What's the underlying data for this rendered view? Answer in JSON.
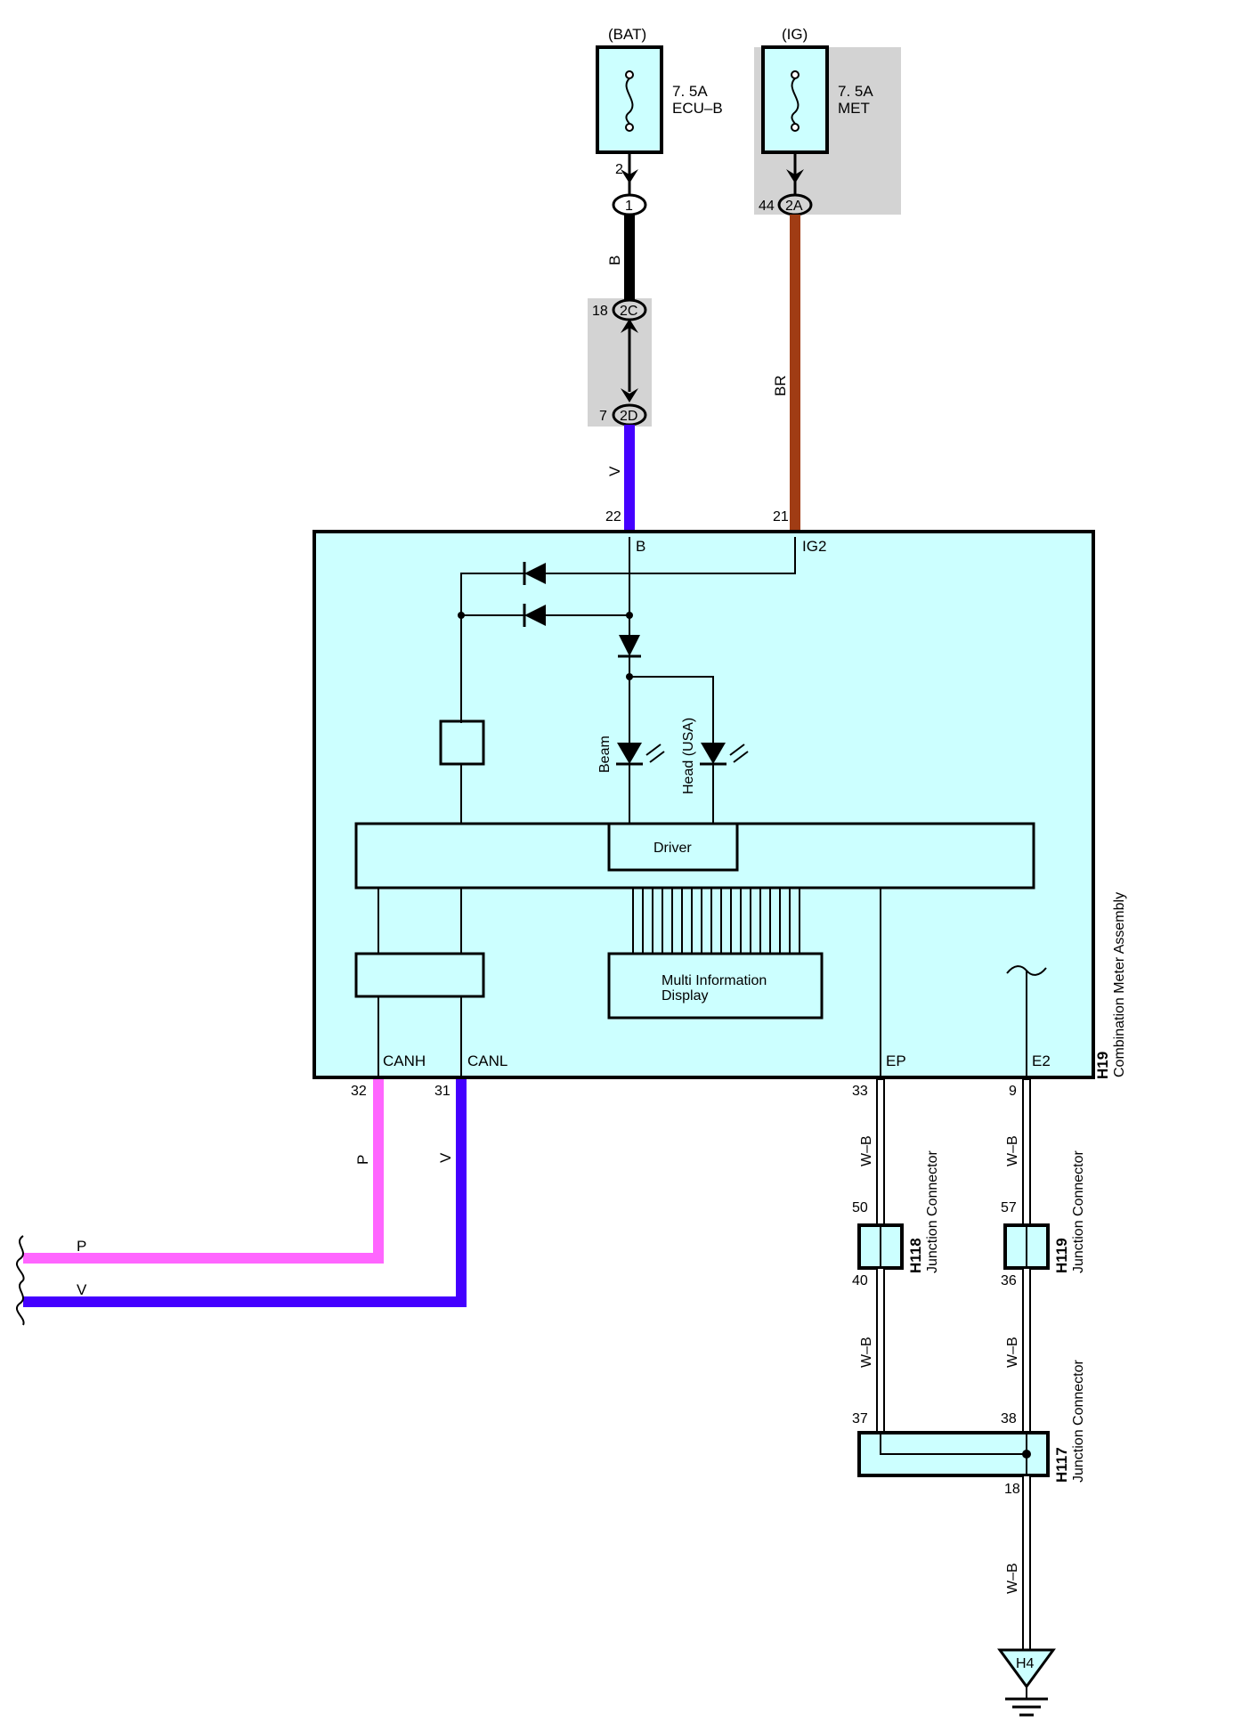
{
  "diagram": {
    "fuses": [
      {
        "id": "bat",
        "source": "(BAT)",
        "rating": "7. 5A",
        "name": "ECU–B",
        "out_pin": "2"
      },
      {
        "id": "ig",
        "source": "(IG)",
        "rating": "7. 5A",
        "name": "MET",
        "out_pin": "44"
      }
    ],
    "connectors": [
      {
        "id": "c1",
        "label": "1"
      },
      {
        "id": "c2a",
        "label": "2A"
      },
      {
        "id": "c2c",
        "label": "2C",
        "pin": "18"
      },
      {
        "id": "c2d",
        "label": "2D",
        "pin": "7"
      }
    ],
    "wires": [
      {
        "id": "w-b-top",
        "color_code": "B",
        "color": "#000000"
      },
      {
        "id": "w-v-top",
        "color_code": "V",
        "color": "#4400ff"
      },
      {
        "id": "w-br",
        "color_code": "BR",
        "color": "#a03c14"
      },
      {
        "id": "w-p",
        "color_code": "P",
        "color": "#ff66ff"
      },
      {
        "id": "w-v-can",
        "color_code": "V",
        "color": "#4400ff"
      },
      {
        "id": "w-wb-ep-1",
        "color_code": "W–B"
      },
      {
        "id": "w-wb-e2-1",
        "color_code": "W–B"
      },
      {
        "id": "w-wb-ep-2",
        "color_code": "W–B"
      },
      {
        "id": "w-wb-e2-2",
        "color_code": "W–B"
      },
      {
        "id": "w-wb-gnd",
        "color_code": "W–B"
      }
    ],
    "meter": {
      "code": "H19",
      "name": "Combination Meter Assembly",
      "terminals": [
        {
          "id": "b",
          "name": "B",
          "pin": "22"
        },
        {
          "id": "ig2",
          "name": "IG2",
          "pin": "21"
        },
        {
          "id": "canh",
          "name": "CANH",
          "pin": "32"
        },
        {
          "id": "canl",
          "name": "CANL",
          "pin": "31"
        },
        {
          "id": "ep",
          "name": "EP",
          "pin": "33"
        },
        {
          "id": "e2",
          "name": "E2",
          "pin": "9"
        }
      ],
      "driver_label": "Driver",
      "display_label_line1": "Multi Information",
      "display_label_line2": "Display",
      "led_beam": "Beam",
      "led_head": "Head (USA)"
    },
    "junctions": [
      {
        "id": "h118",
        "code": "H118",
        "name": "Junction Connector",
        "pin_in": "50",
        "pin_out": "40"
      },
      {
        "id": "h119",
        "code": "H119",
        "name": "Junction Connector",
        "pin_in": "57",
        "pin_out": "36"
      },
      {
        "id": "h117",
        "code": "H117",
        "name": "Junction Connector",
        "pin_a": "37",
        "pin_b": "38",
        "pin_out": "18"
      }
    ],
    "ground": {
      "code": "H4"
    },
    "bus_labels": {
      "p": "P",
      "v": "V"
    }
  }
}
